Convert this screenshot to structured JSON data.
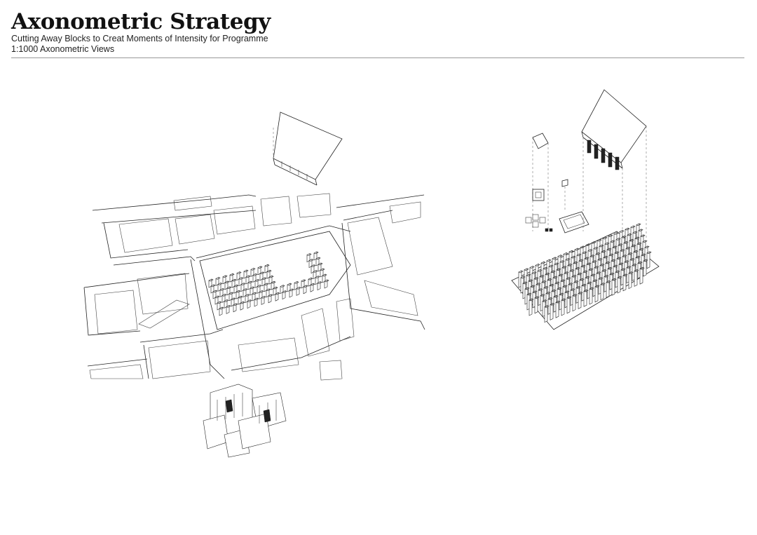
{
  "header": {
    "title": "Axonometric Strategy",
    "subtitle": "Cutting Away Blocks to Creat Moments of Intensity for Programme",
    "scale_note": "1:1000 Axonometric Views"
  },
  "drawings": {
    "left": "site-axonometric",
    "right": "exploded-axonometric"
  },
  "colors": {
    "line": "#222222",
    "background": "#ffffff"
  }
}
